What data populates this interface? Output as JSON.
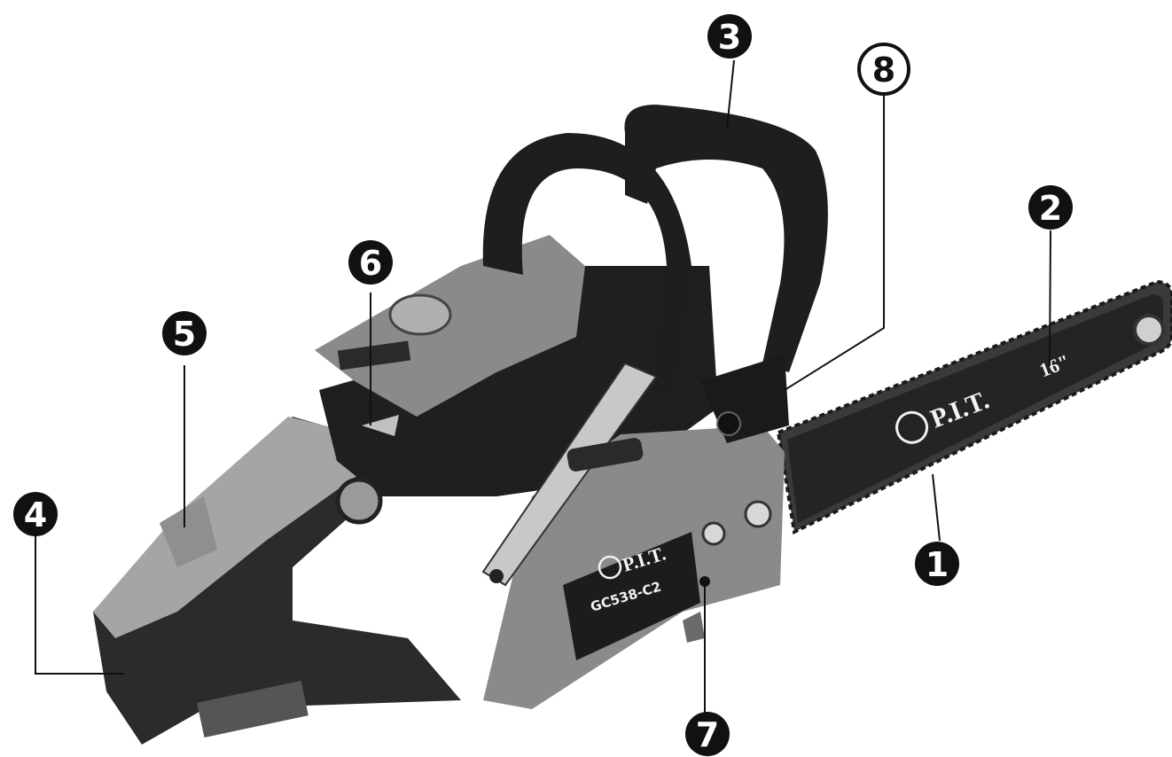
{
  "figure": {
    "brand_on_bar": "P.I.T.",
    "bar_length": "16\"",
    "brand_on_cover": "P.I.T.",
    "model": "GC538-C2"
  },
  "callouts": [
    {
      "id": "1",
      "label": "1"
    },
    {
      "id": "2",
      "label": "2"
    },
    {
      "id": "3",
      "label": "3"
    },
    {
      "id": "4",
      "label": "4"
    },
    {
      "id": "5",
      "label": "5"
    },
    {
      "id": "6",
      "label": "6"
    },
    {
      "id": "7",
      "label": "7"
    },
    {
      "id": "8",
      "label": "8"
    }
  ],
  "colors": {
    "background": "#ffffff",
    "callout_fill": "#111111",
    "body_dark": "#2b2b2b",
    "body_grey": "#8a8a8a",
    "handle_light": "#a5a5a5",
    "metal": "#c8c8c8"
  }
}
